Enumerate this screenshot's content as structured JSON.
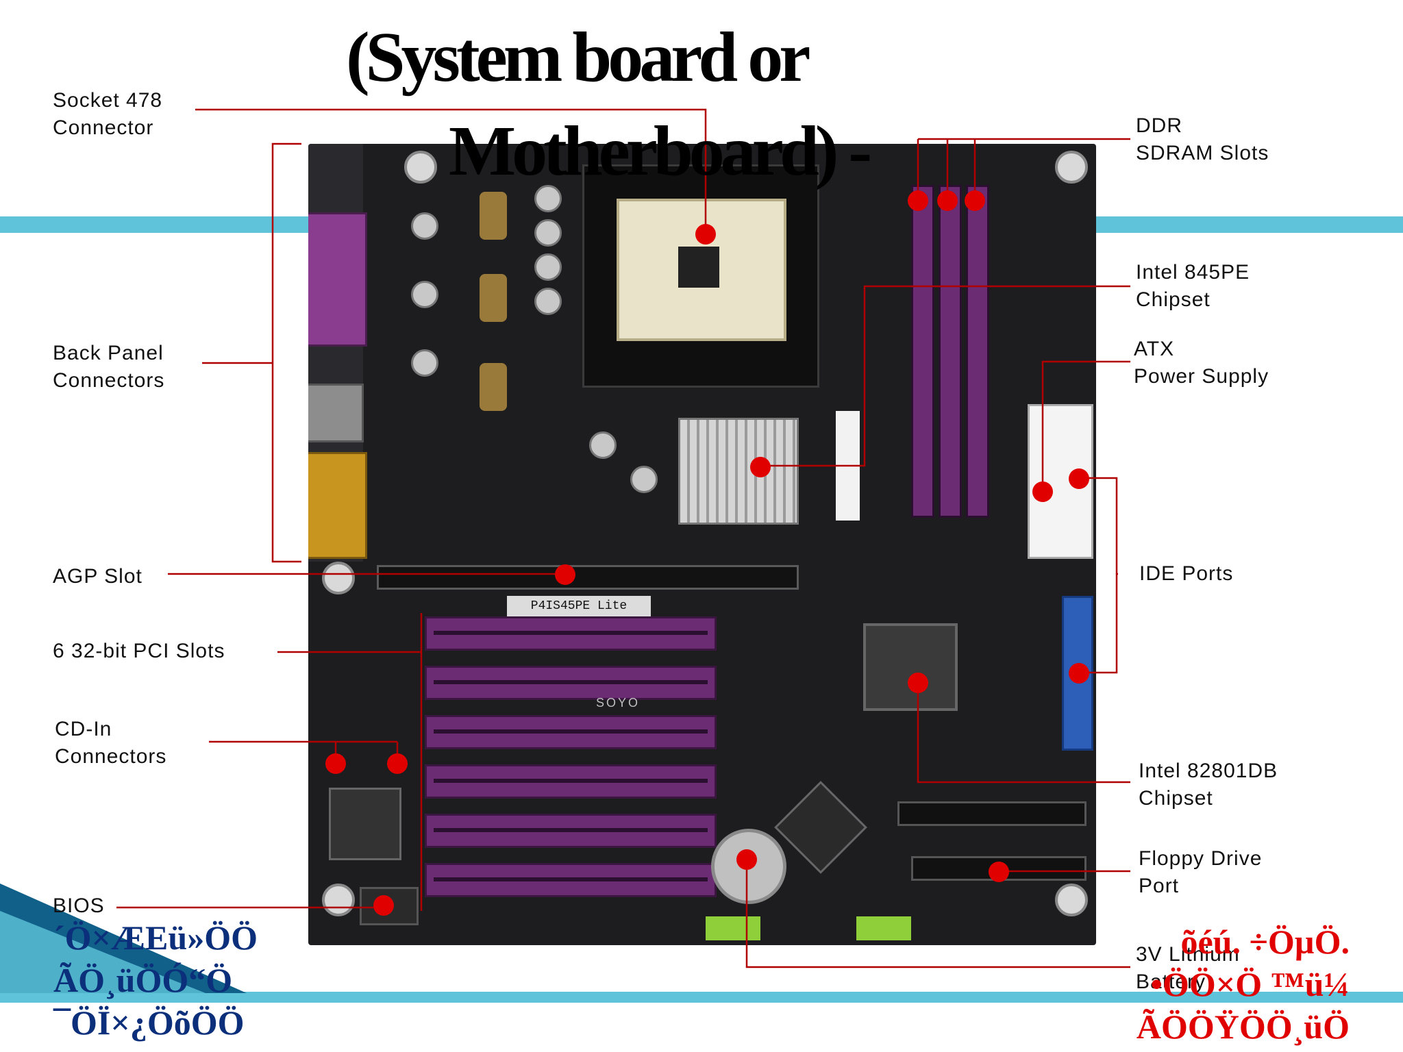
{
  "title": {
    "line1": "(System board  or",
    "line2": "Motherboard) -"
  },
  "labels": {
    "socket": [
      "Socket 478",
      "Connector"
    ],
    "back_panel": [
      "Back Panel",
      "Connectors"
    ],
    "agp": "AGP Slot",
    "pci": "6 32-bit PCI Slots",
    "cd_in": [
      "CD-In",
      "Connectors"
    ],
    "bios": "BIOS",
    "ddr": [
      "DDR",
      "SDRAM Slots"
    ],
    "chipset_845": [
      "Intel 845PE",
      "Chipset"
    ],
    "atx": [
      "ATX",
      "Power Supply"
    ],
    "ide": "IDE Ports",
    "chipset_82801": [
      "Intel 82801DB",
      "Chipset"
    ],
    "floppy": [
      "Floppy Drive",
      "Port"
    ],
    "battery": [
      "3V Lithium",
      "Battery"
    ]
  },
  "board_text": {
    "model": "P4IS45PE Lite",
    "brand": "SOYO"
  },
  "footer": {
    "left": [
      "´Ö×ÆEü»ÖÖ",
      "ÃÖ¸üÖÓ“Ö",
      "¯ÖÏ×¿ÖõÖÖ"
    ],
    "right": [
      "õéú. ÷ÖµÖ.",
      "•ÖÖ×Ö  ™ü¼",
      "ÃÖÖŸÖÖ¸üÖ"
    ]
  },
  "colors": {
    "band": "#5fc4da",
    "pointer": "#e00000",
    "footer_text": "#e00000",
    "slot_purple": "#6b2c73"
  }
}
